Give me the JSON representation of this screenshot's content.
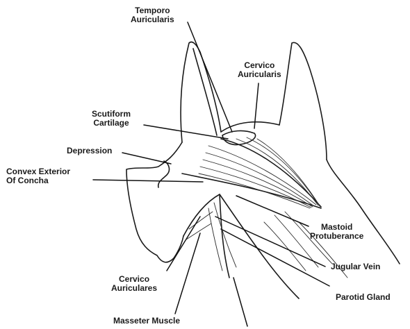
{
  "labels": {
    "temporo_auricularis": "Temporo\nAuricularis",
    "cervico_auricularis": "Cervico\nAuricularis",
    "scutiform_cartilage": "Scutiform\nCartilage",
    "depression": "Depression",
    "convex_exterior_of_concha": "Convex Exterior\nOf Concha",
    "mastoid_protuberance": "Mastoid\nProtuberance",
    "cervico_auriculares": "Cervico\nAuriculares",
    "jugular_vein": "Jugular Vein",
    "parotid_gland": "Parotid Gland",
    "masseter_muscle": "Masseter Muscle"
  }
}
